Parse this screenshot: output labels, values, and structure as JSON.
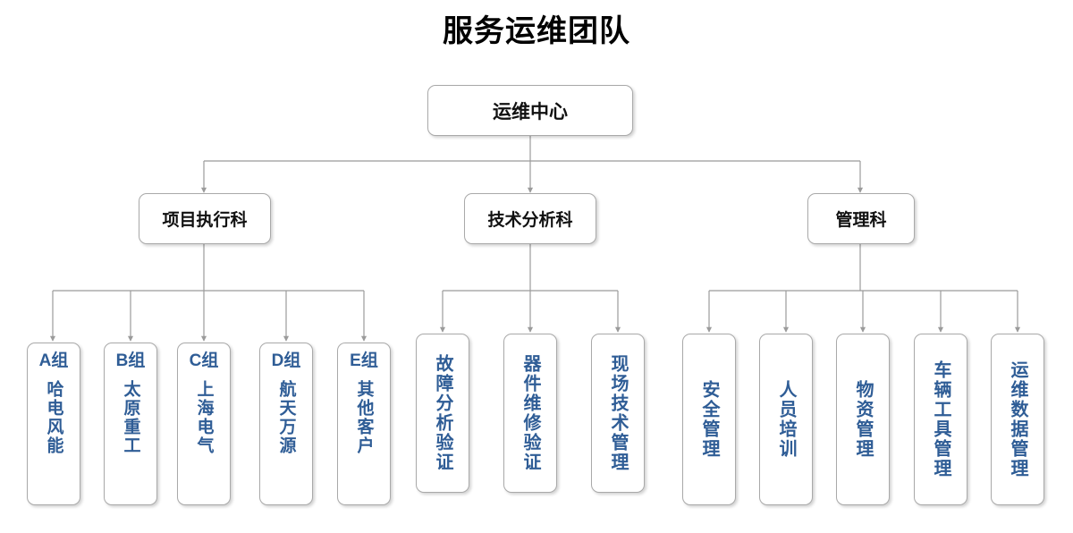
{
  "title": "服务运维团队",
  "colors": {
    "title_text": "#000000",
    "node_border": "#a9a9a9",
    "node_fill": "#ffffff",
    "leaf_text": "#2f5d96",
    "branch_text": "#111111",
    "connector": "#9b9b9b"
  },
  "chart_data": {
    "type": "diagram",
    "subtype": "organization-tree",
    "title": "服务运维团队",
    "root": {
      "label": "运维中心",
      "children": [
        {
          "label": "项目执行科",
          "children": [
            {
              "code": "A组",
              "label": "哈电风能"
            },
            {
              "code": "B组",
              "label": "太原重工"
            },
            {
              "code": "C组",
              "label": "上海电气"
            },
            {
              "code": "D组",
              "label": "航天万源"
            },
            {
              "code": "E组",
              "label": "其他客户"
            }
          ]
        },
        {
          "label": "技术分析科",
          "children": [
            {
              "code": "",
              "label": "故障分析验证"
            },
            {
              "code": "",
              "label": "器件维修验证"
            },
            {
              "code": "",
              "label": "现场技术管理"
            }
          ]
        },
        {
          "label": "管理科",
          "children": [
            {
              "code": "",
              "label": "安全管理"
            },
            {
              "code": "",
              "label": "人员培训"
            },
            {
              "code": "",
              "label": "物资管理"
            },
            {
              "code": "",
              "label": "车辆工具管理"
            },
            {
              "code": "",
              "label": "运维数据管理"
            }
          ]
        }
      ]
    }
  },
  "nodes": {
    "root": {
      "label": "运维中心"
    },
    "dept_project": {
      "label": "项目执行科"
    },
    "dept_tech": {
      "label": "技术分析科"
    },
    "dept_admin": {
      "label": "管理科"
    },
    "group_a": {
      "code": "A组",
      "label": "哈电风能"
    },
    "group_b": {
      "code": "B组",
      "label": "太原重工"
    },
    "group_c": {
      "code": "C组",
      "label": "上海电气"
    },
    "group_d": {
      "code": "D组",
      "label": "航天万源"
    },
    "group_e": {
      "code": "E组",
      "label": "其他客户"
    },
    "tech_fault": {
      "label": "故障分析验证"
    },
    "tech_repair": {
      "label": "器件维修验证"
    },
    "tech_field": {
      "label": "现场技术管理"
    },
    "adm_safety": {
      "label": "安全管理"
    },
    "adm_training": {
      "label": "人员培训"
    },
    "adm_material": {
      "label": "物资管理"
    },
    "adm_vehicle": {
      "label": "车辆工具管理"
    },
    "adm_data": {
      "label": "运维数据管理"
    }
  }
}
